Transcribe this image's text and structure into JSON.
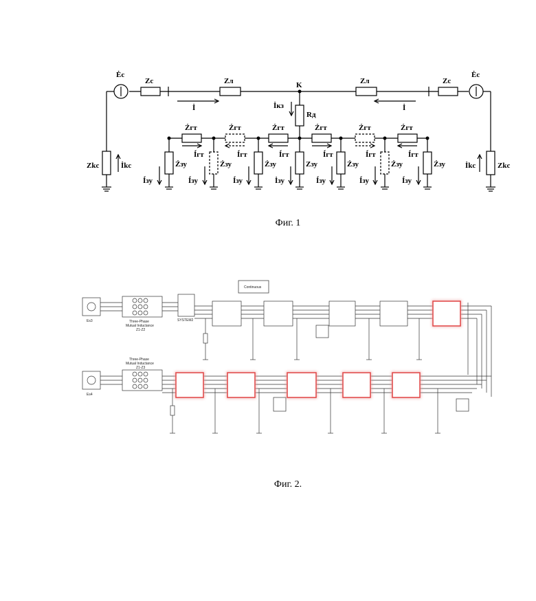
{
  "fig1": {
    "caption": "Фиг. 1",
    "labels": {
      "ec_left": "Ėс",
      "ec_right": "Ėс",
      "zc_left": "Zc",
      "zl_left": "Zл",
      "node_k": "K",
      "zl_right": "Zл",
      "zc_right": "Zc",
      "i_left": "İ",
      "i_right": "İ",
      "ikz": "İкз",
      "rd": "Rд",
      "zkc_left": "Zkc",
      "ikc_left": "İkc",
      "zkc_right": "Zkc",
      "ikc_right": "İkc",
      "zgt": [
        "Źгт",
        "Źгт",
        "Źгт",
        "Źгт",
        "Źгт",
        "Źгт"
      ],
      "igt": [
        "İ́гт",
        "İ́гт",
        "İ́гт",
        "İ́гт",
        "İ́гт",
        "İ́гт"
      ],
      "z3y": [
        "Źзу",
        "Źзу",
        "Źзу",
        "Zзу",
        "Źзу",
        "Źзу",
        "Źзу"
      ],
      "i3y": [
        "İ́зу",
        "İ́зу",
        "İ́зу",
        "İзу",
        "İ́зу",
        "İ́зу",
        "İ́зу"
      ]
    }
  },
  "fig2": {
    "caption": "Фиг. 2.",
    "continuous_label": "Continuous",
    "es3": "Es3",
    "es4": "Es4",
    "mutual_top": [
      "Three-Phase",
      "Mutual Inductance",
      "Z1-Z2"
    ],
    "mutual_bottom": [
      "Three-Phase",
      "Mutual Inductance",
      "Z1-Z3"
    ],
    "system2": "SYSTEM2",
    "highlight_color": "#e24a4a"
  }
}
